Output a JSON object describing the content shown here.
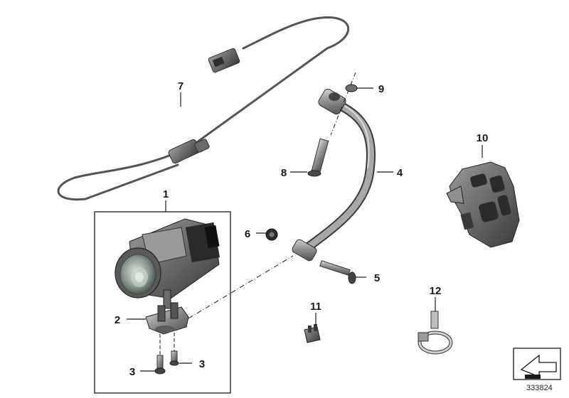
{
  "callouts": {
    "p1": "1",
    "p2": "2",
    "p3a": "3",
    "p3b": "3",
    "p4": "4",
    "p5": "5",
    "p6": "6",
    "p7": "7",
    "p8": "8",
    "p9": "9",
    "p10": "10",
    "p11": "11",
    "p12": "12"
  },
  "document_number": "333824",
  "colors": {
    "part_fill": "#8f8f8f",
    "part_dark": "#4a4a4a",
    "line": "#1a1a1a",
    "background": "#ffffff"
  },
  "icons": {
    "nav_corner": "turn-arrow-icon"
  }
}
